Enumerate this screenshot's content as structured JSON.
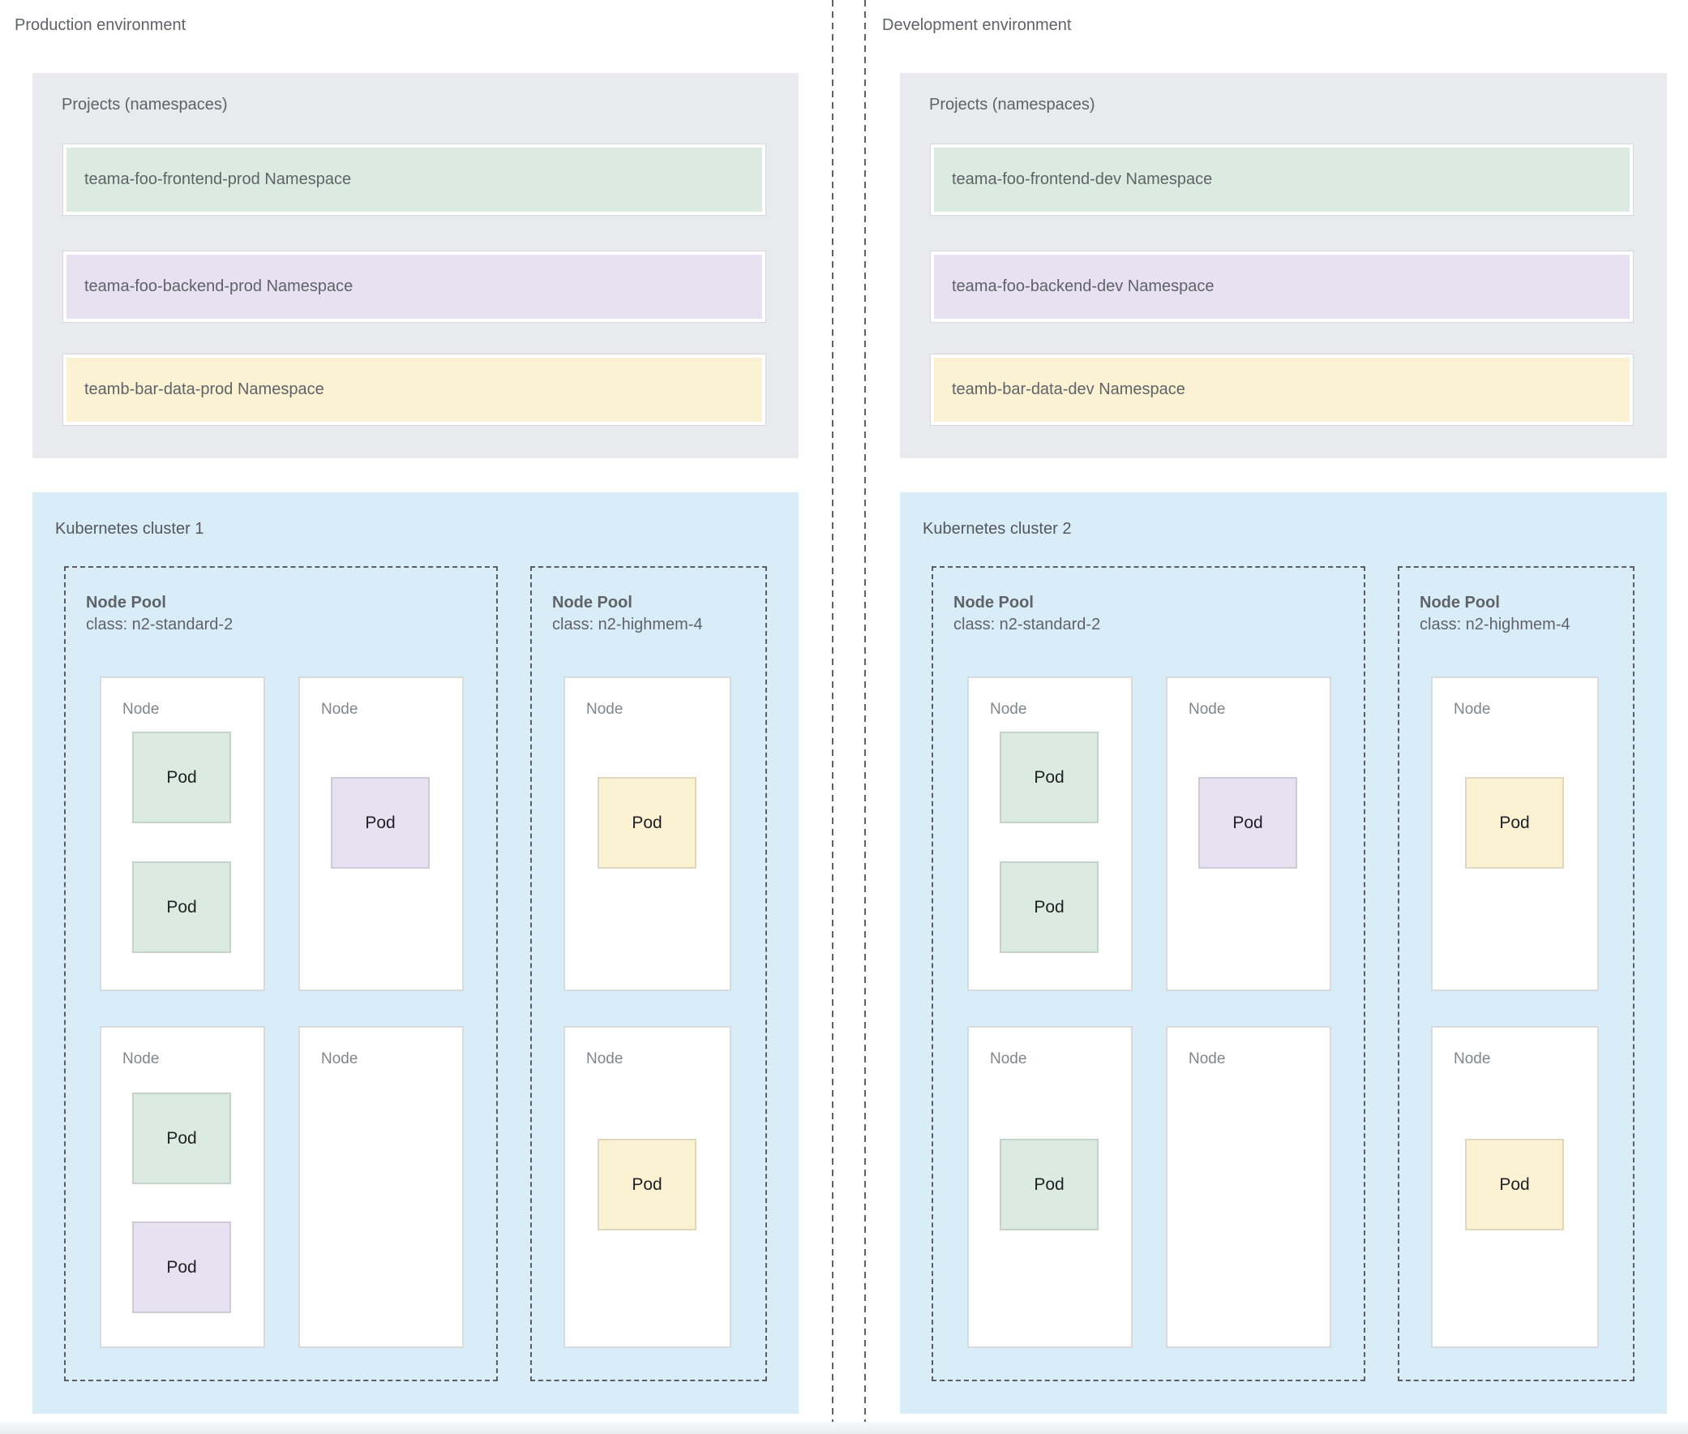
{
  "colors": {
    "panel_gray": "#e8eaed",
    "cluster_blue": "#d9edf8",
    "namespace_green": "#dcebe1",
    "namespace_purple": "#e7e1f1",
    "namespace_yellow": "#fbf2d3",
    "label_gray": "#5f6368"
  },
  "environments": [
    {
      "label": "Production environment",
      "projects": {
        "title": "Projects (namespaces)",
        "namespaces": [
          {
            "label": "teama-foo-frontend-prod Namespace",
            "color": "green"
          },
          {
            "label": "teama-foo-backend-prod Namespace",
            "color": "purple"
          },
          {
            "label": "teamb-bar-data-prod Namespace",
            "color": "yellow"
          }
        ]
      },
      "cluster": {
        "label": "Kubernetes cluster 1",
        "node_pools": [
          {
            "title": "Node Pool",
            "class_label": "class: n2-standard-2",
            "nodes": [
              {
                "label": "Node",
                "pods": [
                  {
                    "label": "Pod",
                    "color": "green"
                  },
                  {
                    "label": "Pod",
                    "color": "green"
                  }
                ]
              },
              {
                "label": "Node",
                "pods": [
                  {
                    "label": "Pod",
                    "color": "purple"
                  }
                ]
              },
              {
                "label": "Node",
                "pods": [
                  {
                    "label": "Pod",
                    "color": "green"
                  },
                  {
                    "label": "Pod",
                    "color": "purple"
                  }
                ]
              },
              {
                "label": "Node",
                "pods": []
              }
            ]
          },
          {
            "title": "Node Pool",
            "class_label": "class: n2-highmem-4",
            "nodes": [
              {
                "label": "Node",
                "pods": [
                  {
                    "label": "Pod",
                    "color": "yellow"
                  }
                ]
              },
              {
                "label": "Node",
                "pods": [
                  {
                    "label": "Pod",
                    "color": "yellow"
                  }
                ]
              }
            ]
          }
        ]
      }
    },
    {
      "label": "Development environment",
      "projects": {
        "title": "Projects (namespaces)",
        "namespaces": [
          {
            "label": "teama-foo-frontend-dev Namespace",
            "color": "green"
          },
          {
            "label": "teama-foo-backend-dev Namespace",
            "color": "purple"
          },
          {
            "label": "teamb-bar-data-dev Namespace",
            "color": "yellow"
          }
        ]
      },
      "cluster": {
        "label": "Kubernetes cluster 2",
        "node_pools": [
          {
            "title": "Node Pool",
            "class_label": "class: n2-standard-2",
            "nodes": [
              {
                "label": "Node",
                "pods": [
                  {
                    "label": "Pod",
                    "color": "green"
                  },
                  {
                    "label": "Pod",
                    "color": "green"
                  }
                ]
              },
              {
                "label": "Node",
                "pods": [
                  {
                    "label": "Pod",
                    "color": "purple"
                  }
                ]
              },
              {
                "label": "Node",
                "pods": [
                  {
                    "label": "Pod",
                    "color": "green"
                  }
                ]
              },
              {
                "label": "Node",
                "pods": []
              }
            ]
          },
          {
            "title": "Node Pool",
            "class_label": "class: n2-highmem-4",
            "nodes": [
              {
                "label": "Node",
                "pods": [
                  {
                    "label": "Pod",
                    "color": "yellow"
                  }
                ]
              },
              {
                "label": "Node",
                "pods": [
                  {
                    "label": "Pod",
                    "color": "yellow"
                  }
                ]
              }
            ]
          }
        ]
      }
    }
  ]
}
